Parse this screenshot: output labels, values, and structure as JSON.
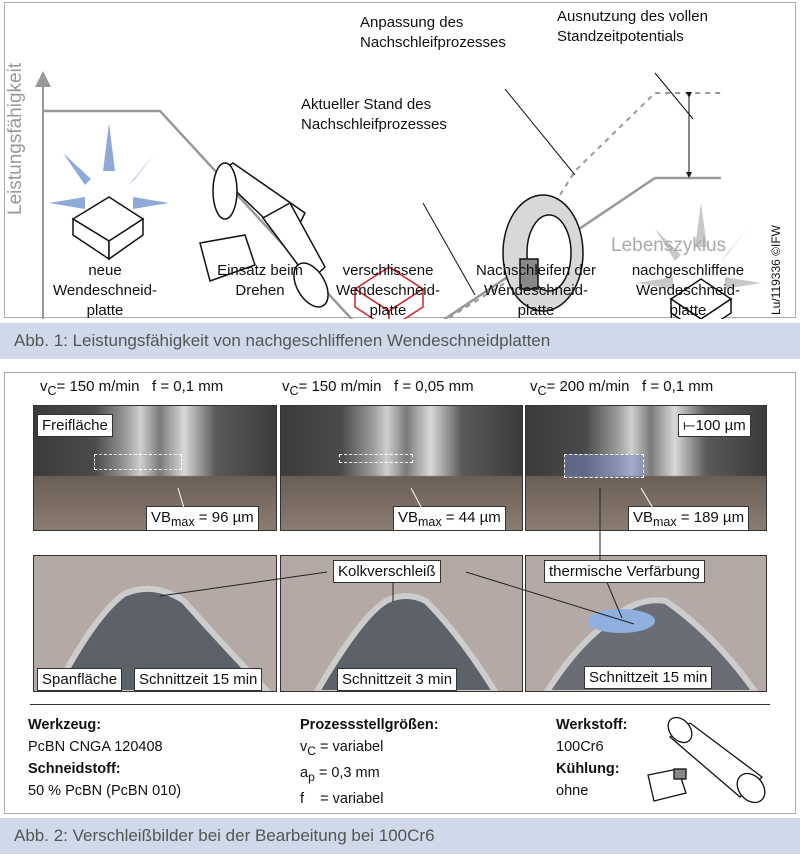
{
  "fig1": {
    "y_axis": "Leistungsfähigkeit",
    "x_axis": "Lebenszyklus",
    "annotation_adjust": "Anpassung des Nachschleifprozesses",
    "annotation_adjust_l1": "Anpassung des",
    "annotation_adjust_l2": "Nachschleifprozesses",
    "annotation_full_l1": "Ausnutzung des vollen",
    "annotation_full_l2": "Standzeitpotentials",
    "annotation_current_l1": "Aktueller Stand des",
    "annotation_current_l2": "Nachschleifprozesses",
    "stages": [
      {
        "l1": "neue",
        "l2": "Wendeschneid-",
        "l3": "platte"
      },
      {
        "l1": "Einsatz beim",
        "l2": "Drehen",
        "l3": ""
      },
      {
        "l1": "verschlissene",
        "l2": "Wendeschneid-",
        "l3": "platte"
      },
      {
        "l1": "Nachschleifen der",
        "l2": "Wendeschneid-",
        "l3": "platte"
      },
      {
        "l1": "nachgeschliffene",
        "l2": "Wendeschneid-",
        "l3": "platte"
      }
    ],
    "credit": "Lu/119336 ©IFW",
    "caption": "Abb. 1: Leistungsfähigkeit von nachgeschliffenen Wendeschneidplatten"
  },
  "fig2": {
    "columns": [
      {
        "vc": "= 150 m/min",
        "f": "f  = 0,1 mm",
        "vb_label": "VB",
        "vb_sub": "max",
        "vb_value": " = 96 µm",
        "time": "Schnittzeit 15 min"
      },
      {
        "vc": "= 150 m/min",
        "f": "f  = 0,05 mm",
        "vb_label": "VB",
        "vb_sub": "max",
        "vb_value": " = 44 µm",
        "time": "Schnittzeit 3 min"
      },
      {
        "vc": "= 200 m/min",
        "f": "f  = 0,1 mm",
        "vb_label": "VB",
        "vb_sub": "max",
        "vb_value": " = 189 µm",
        "time": "Schnittzeit 15 min"
      }
    ],
    "v_symbol": "v",
    "v_sub": "C",
    "freiflaeche": "Freifläche",
    "scale": "100 µm",
    "spanflaeche": "Spanfläche",
    "kolk": "Kolkverschleiß",
    "thermal": "thermische Verfärbung",
    "werkzeug_h": "Werkzeug:",
    "werkzeug": "PcBN CNGA 120408",
    "schneidstoff_h": "Schneidstoff:",
    "schneidstoff": "50 % PcBN (PcBN 010)",
    "prozess_h": "Prozessstellgrößen:",
    "p1a": "v",
    "p1s": "C",
    "p1b": " = variabel",
    "p2a": "a",
    "p2s": "p",
    "p2b": " = 0,3 mm",
    "p3": "f    = variabel",
    "werkstoff_h": "Werkstoff:",
    "werkstoff": "100Cr6",
    "kuehlung_h": "Kühlung:",
    "kuehlung": "ohne",
    "caption": "Abb. 2: Verschleißbilder bei der Bearbeitung bei 100Cr6"
  },
  "colors": {
    "caption_bg": "#cfd9ea",
    "worn_insert": "#d0202a",
    "glow_new": "#8fa9d8",
    "glow_reground": "#c8c8c8"
  }
}
